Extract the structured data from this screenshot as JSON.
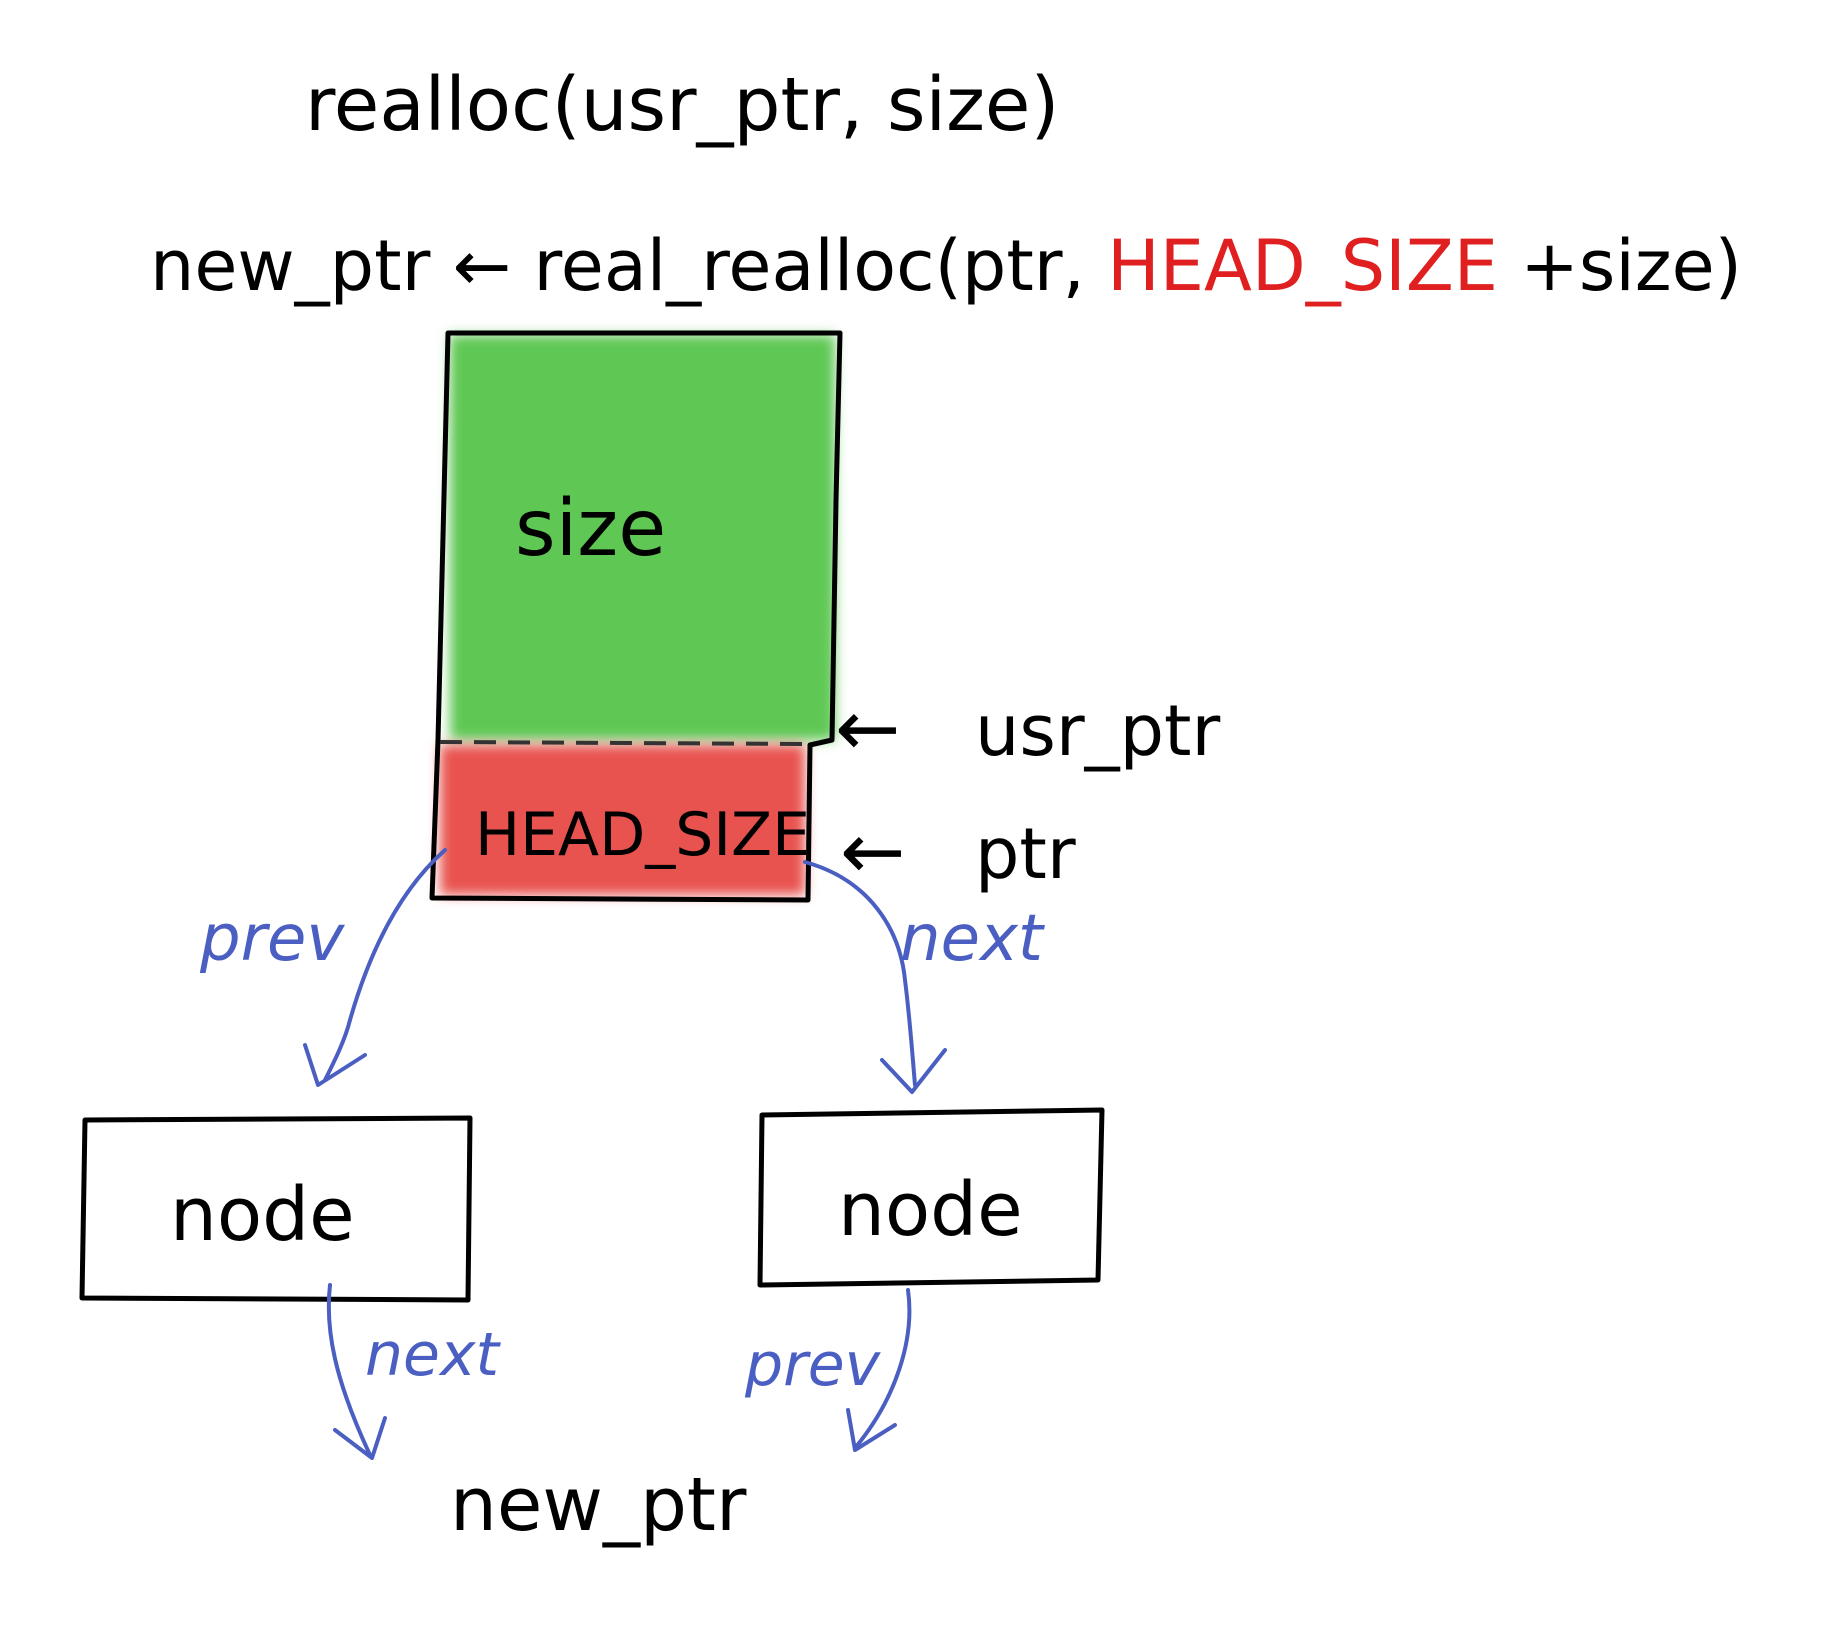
{
  "colors": {
    "ink": "#000000",
    "accent_red": "#e02020",
    "arrow_blue": "#4a5fc1",
    "block_size_fill": "#5ec752",
    "block_head_fill": "#e8524f"
  },
  "heading": {
    "call": "realloc(usr_ptr, size)",
    "assign_lhs": "new_ptr",
    "assign_arrow": "←",
    "assign_fn": "real_realloc(ptr,",
    "assign_head": "HEAD_SIZE",
    "assign_tail": "+size)"
  },
  "memory_block": {
    "size_label": "size",
    "head_label": "HEAD_SIZE"
  },
  "pointers": {
    "usr_ptr": "usr_ptr",
    "ptr": "ptr",
    "arrow_glyph": "←"
  },
  "links": {
    "prev_top": "prev",
    "next_top": "next",
    "next_bottom": "next",
    "prev_bottom": "prev"
  },
  "nodes": {
    "left": "node",
    "right": "node"
  },
  "footer": {
    "new_ptr": "new_ptr"
  }
}
